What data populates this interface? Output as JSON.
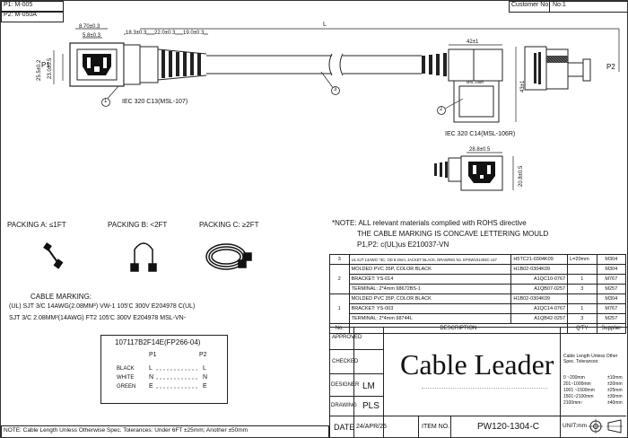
{
  "header": {
    "p1": "P1: M-005",
    "p2": "P2: M-050A",
    "customer_label": "Customer No:",
    "customer_value": "No:1"
  },
  "drawing": {
    "dim_870": "8.70±0.3",
    "dim_58": "5.8±0.3",
    "dim_255": "25.5±0.2",
    "dim_230": "23.0±0.5",
    "dim_183": "18.3±0.3",
    "dim_220": "22.0±0.3",
    "dim_190": "19.0±0.3",
    "dim_L": "L",
    "dim_42": "42±1",
    "dim_43": "43±1",
    "dim_288": "28.8±0.5",
    "dim_208": "20.8±0.5",
    "p1_label": "P1",
    "p2_label": "P2",
    "c13_label": "IEC 320 C13(MSL-107)",
    "c14_label": "IEC 320 C14(MSL-106R)",
    "balloon_1": "1",
    "balloon_2": "2",
    "balloon_3": "3"
  },
  "packing": {
    "a": "PACKING A: ≤1FT",
    "b": "PACKING B: <2FT",
    "c": "PACKING C: ≥2FT"
  },
  "cable_marking": {
    "title": "CABLE MARKING:",
    "line1": "(UL) SJT 3/C 14AWG(2.08MM²) VW-1 105'C 300V E204978 C(UL)",
    "line2": "SJT 3/C 2.08MM²(14AWG) FT2 105'C 300V E204978 MSL-VN-"
  },
  "wiring": {
    "title": "107117B2F14E(FP266-04)",
    "p1": "P1",
    "p2": "P2",
    "rows": [
      {
        "color": "BLACK",
        "left": "L",
        "right": "L"
      },
      {
        "color": "WHITE",
        "left": "N",
        "right": "N"
      },
      {
        "color": "GREEN",
        "left": "E",
        "right": "E"
      }
    ]
  },
  "notes": {
    "rohs": "*NOTE: ALL relevant materials complied with ROHS directive",
    "marking": "THE CABLE MARKING IS CONCAVE LETTERING MOULD",
    "cert": "P1,P2: c(UL)us E210037-VN",
    "bottom": "NOTE: Cable Length Unless Otherwise Spec. Tolerances: Under 6FT ±25mm; Another ±50mm"
  },
  "bom": {
    "rows": [
      {
        "no": "3",
        "desc": "UL SJT 14AWG *3C, OD 8.3mm, JACKET BLACK, DRAWING No. EPSW101403C-147",
        "part": "H5TC21-0304K09",
        "qty": "L=20mm",
        "sup": "M304"
      },
      {
        "no": "2",
        "desc": "MOLDED PVC 35P, COLOR BLACK",
        "part": "H1B02-0304K09",
        "qty": "",
        "sup": "M304"
      },
      {
        "no": "",
        "desc": "BRACKET: YS-014",
        "part": "A1QC10-0767",
        "qty": "1",
        "sup": "M767"
      },
      {
        "no": "",
        "desc": "TERMINAL: 2*4mm 98672BS-1",
        "part": "A1QB07-0257",
        "qty": "3",
        "sup": "M257"
      },
      {
        "no": "1",
        "desc": "MOLDED PVC 35P, COLOR BLACK",
        "part": "H1B02-0304K09",
        "qty": "",
        "sup": "M304"
      },
      {
        "no": "",
        "desc": "BRACKET: YS-003",
        "part": "A1QC14-0767",
        "qty": "1",
        "sup": "M767"
      },
      {
        "no": "",
        "desc": "TERMINAL: 2*4mm 98744L",
        "part": "A1QB42-0257",
        "qty": "3",
        "sup": "M257"
      }
    ],
    "header": {
      "no": "No.",
      "desc": "DESCRIPTION",
      "qty": "Q'TY",
      "sup": "Supplier"
    }
  },
  "title_block": {
    "approved": "APPROVED",
    "checked": "CHECKED",
    "designer": "DESIGNER",
    "designer_value": "LM",
    "drawing": "DRAWING",
    "drawing_value": "PLS",
    "date": "DATE",
    "date_value": "24/APR/25",
    "item_no_label": "ITEM NO.",
    "item_no_value": "PW120-1304-C",
    "unit": "UNIT:mm",
    "brand": "Cable Leader",
    "tol_title": "Cable Length Unless Other Spec. Tolerances:",
    "tolerances": [
      {
        "range": "0 ~200mm",
        "tol": "±10mm"
      },
      {
        "range": "201~1000mm",
        "tol": "±20mm"
      },
      {
        "range": "1001 ~1500mm",
        "tol": "±25mm"
      },
      {
        "range": "1501~2100mm",
        "tol": "±30mm"
      },
      {
        "range": "2100mm↑",
        "tol": "±40mm"
      }
    ]
  }
}
